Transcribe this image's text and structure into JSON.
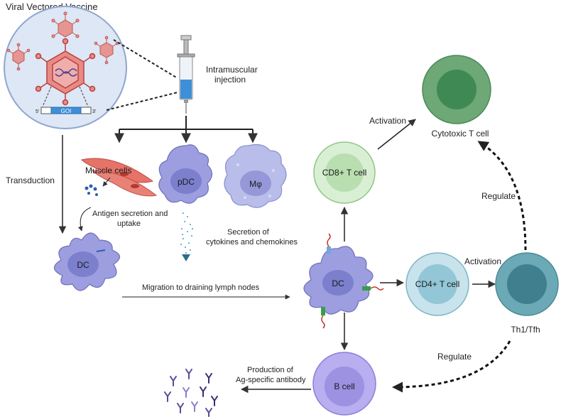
{
  "labels": {
    "vaccine_title": "Viral Vectored Vaccine",
    "goi": "GOI",
    "five_prime": "5'",
    "three_prime": "3'",
    "injection_line1": "Intramuscular",
    "injection_line2": "injection",
    "transduction": "Transduction",
    "muscle_cells": "Muscle cells",
    "pdc": "pDC",
    "macrophage": "Mφ",
    "antigen_line1": "Antigen secretion and",
    "antigen_line2": "uptake",
    "secretion_line1": "Secretion of",
    "secretion_line2": "cytokines and chemokines",
    "dc_left": "DC",
    "migration": "Migration to draining lymph nodes",
    "dc_center": "DC",
    "cd8": "CD8+ T cell",
    "activation_top": "Activation",
    "cytotoxic": "Cytotoxic T cell",
    "regulate_top": "Regulate",
    "cd4": "CD4+ T cell",
    "activation_mid": "Activation",
    "th1tfh": "Th1/Tfh",
    "regulate_bottom": "Regulate",
    "bcell": "B cell",
    "production_line1": "Production of",
    "production_line2": "Ag-specific antibody"
  },
  "colors": {
    "dc": "#9c9ee0",
    "dc_nucleus": "#7b7fcc",
    "virus": "#e07a78",
    "muscle": "#e57368",
    "cd8_outer": "#d9efd4",
    "cd8_inner": "#b9deb0",
    "cytotoxic_outer": "#6ea877",
    "cytotoxic_inner": "#3f8a54",
    "cd4_outer": "#c8e3ec",
    "cd4_inner": "#93c6d6",
    "th_outer": "#6aa9b5",
    "th_inner": "#3f7f8e",
    "bcell_outer": "#b8aef0",
    "bcell_inner": "#9d91e2"
  }
}
